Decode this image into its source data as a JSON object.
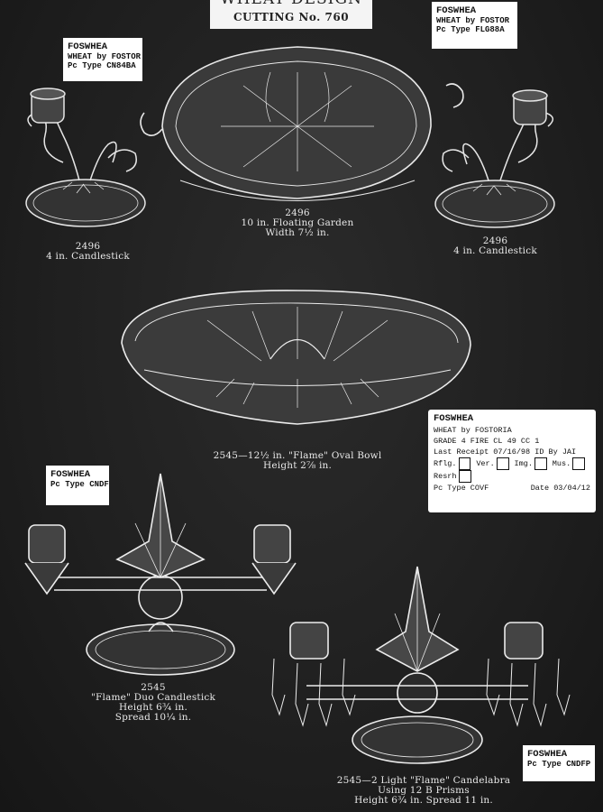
{
  "header": {
    "title": "WHEAT DESIGN",
    "subtitle": "CUTTING No. 760"
  },
  "tags": [
    {
      "line1": "FOSWHEA",
      "line2": "WHEAT by FOSTOR",
      "line3": "Pc Type CN84BA"
    },
    {
      "line1": "FOSWHEA",
      "line2": "WHEAT by FOSTOR",
      "line3": "Pc Type FLG88A"
    },
    {
      "line1": "FOSWHEA",
      "line2": "Pc Type CNDF"
    },
    {
      "line1": "FOSWHEA",
      "line2": "Pc Type CNDFP"
    }
  ],
  "card": {
    "code": "FOSWHEA",
    "maker": "WHEAT by FOSTORIA",
    "grade": "GRADE 4   FIRE   CL 49    CC 1",
    "receipt": "Last Receipt 07/16/98  ID By  JAI",
    "fields": [
      "Rflg.",
      "Ver.",
      "Img.",
      "Mus."
    ],
    "resrh": "Resrh",
    "pctype": "Pc Type COVF",
    "date": "Date 03/04/12"
  },
  "captions": {
    "candle_left": [
      "2496",
      "4 in. Candlestick"
    ],
    "floating_garden": [
      "2496",
      "10 in. Floating Garden",
      "Width 7½ in."
    ],
    "candle_right": [
      "2496",
      "4 in. Candlestick"
    ],
    "oval_bowl": [
      "2545—12½ in. \"Flame\" Oval Bowl",
      "Height 2⅞ in."
    ],
    "duo_candle": [
      "2545",
      "\"Flame\" Duo Candlestick",
      "Height 6¾ in.",
      "Spread 10¼ in."
    ],
    "candelabra": [
      "2545—2 Light \"Flame\" Candelabra",
      "Using 12 B Prisms",
      "Height 6¾ in.  Spread 11 in."
    ]
  }
}
